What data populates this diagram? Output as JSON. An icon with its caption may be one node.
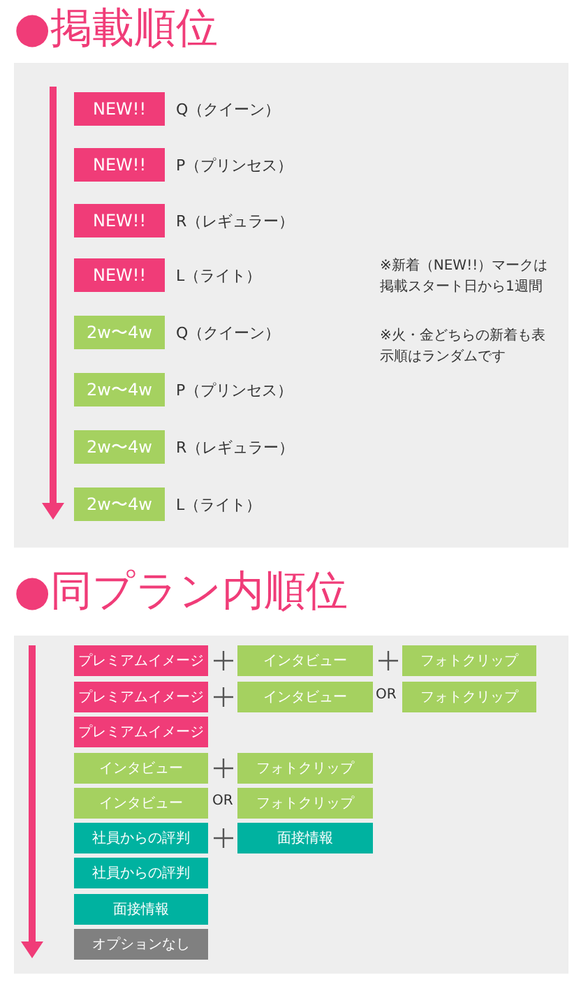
{
  "diagram": {
    "nodes": [
      {
        "text": [
          "NEW!!"
        ]
      },
      {
        "text": [
          "NEW!!"
        ]
      },
      {
        "text": [
          "NEW!!"
        ]
      },
      {
        "text": [
          "NEW!!"
        ]
      },
      {
        "text": [
          "2w〜4w"
        ]
      },
      {
        "text": [
          "2w〜4w"
        ]
      },
      {
        "text": [
          "2w〜4w"
        ]
      },
      {
        "text": [
          "2w〜4w"
        ]
      },
      {
        "text": [
          "プレミアムイメージ"
        ]
      },
      {
        "text": [
          "インタビュー"
        ]
      },
      {
        "text": [
          "フォトクリップ"
        ]
      },
      {
        "text": [
          "プレミアムイメージ"
        ]
      },
      {
        "text": [
          "インタビュー"
        ]
      },
      {
        "text": [
          "フォトクリップ"
        ]
      },
      {
        "text": [
          "プレミアムイメージ"
        ]
      },
      {
        "text": [
          "インタビュー"
        ]
      },
      {
        "text": [
          "フォトクリップ"
        ]
      },
      {
        "text": [
          "インタビュー"
        ]
      },
      {
        "text": [
          "フォトクリップ"
        ]
      },
      {
        "text": [
          "社員からの評判"
        ]
      },
      {
        "text": [
          "面接情報"
        ]
      },
      {
        "text": [
          "社員からの評判"
        ]
      },
      {
        "text": [
          "面接情報"
        ]
      },
      {
        "text": [
          "オプションなし"
        ]
      }
    ],
    "labels": [
      "●掲載順位",
      "Q（クイーン）",
      "P（プリンセス）",
      "R（レギュラー）",
      "L（ライト）",
      "Q（クイーン）",
      "P（プリンセス）",
      "R（レギュラー）",
      "L（ライト）",
      "※新着（NEW!!）マークは掲載スタート日から1週間",
      "※火・金どちらの新着も表示順はランダムです",
      "●同プラン内順位",
      "OR",
      "OR"
    ]
  }
}
